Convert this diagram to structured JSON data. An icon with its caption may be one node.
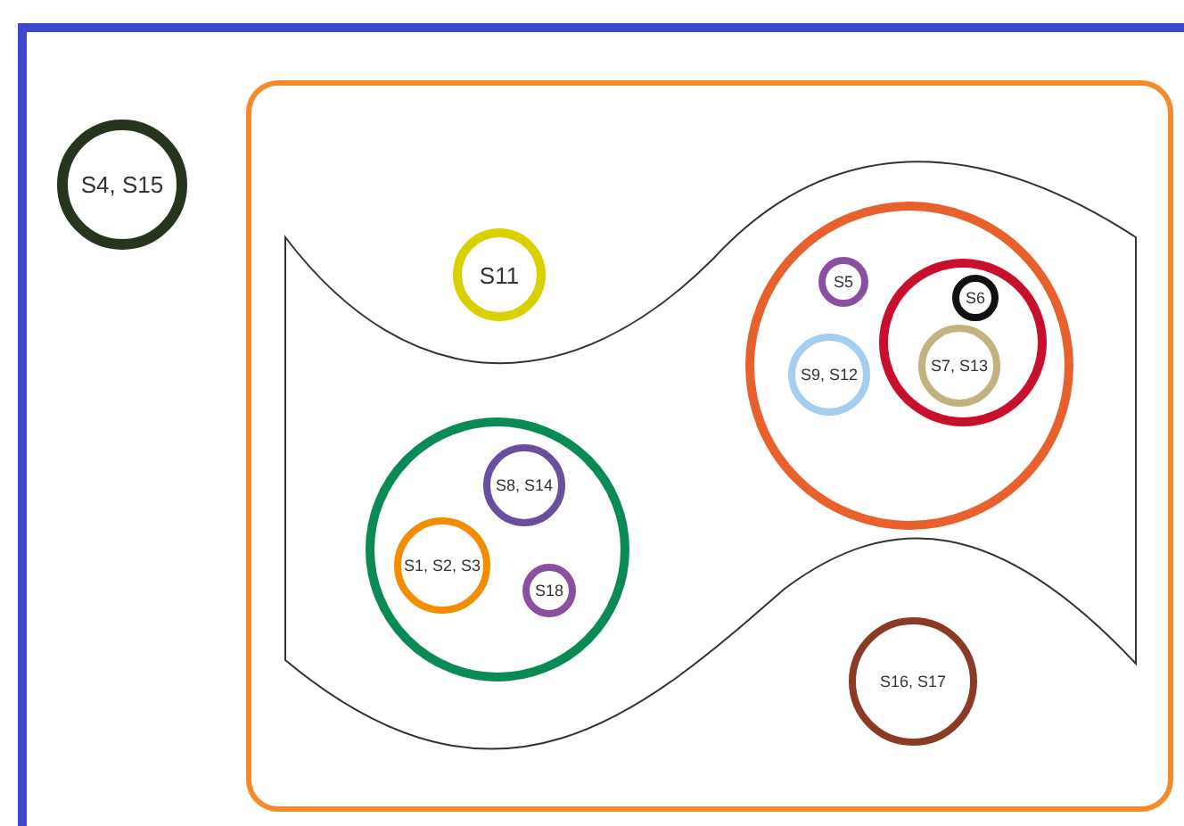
{
  "diagram": {
    "nodes": [
      {
        "text": [],
        "shape": "box"
      },
      {
        "text": [
          "S4, S15"
        ],
        "in": 0
      },
      {
        "text": [],
        "shape": "box",
        "in": 0
      },
      {
        "text": [
          "S11"
        ],
        "in": 2
      },
      {
        "text": [],
        "shape": "band",
        "in": 2
      },
      {
        "text": [],
        "shape": "circle",
        "in": 4
      },
      {
        "text": [
          "S5"
        ],
        "in": 5
      },
      {
        "text": [],
        "shape": "circle",
        "in": 5
      },
      {
        "text": [
          "S6"
        ],
        "in": 7
      },
      {
        "text": [
          "S9, S12"
        ],
        "in": 5
      },
      {
        "text": [
          "S7, S13"
        ],
        "in": 7
      },
      {
        "text": [],
        "shape": "circle",
        "in": 4
      },
      {
        "text": [
          "S8, S14"
        ],
        "in": 11
      },
      {
        "text": [
          "S1, S2, S3"
        ],
        "in": 11
      },
      {
        "text": [
          "S18"
        ],
        "in": 11
      },
      {
        "text": [
          "S16, S17"
        ],
        "in": 2
      }
    ],
    "edges": []
  }
}
